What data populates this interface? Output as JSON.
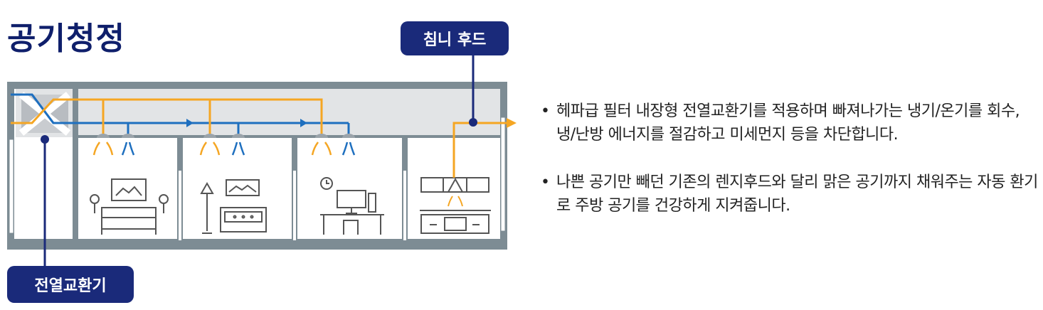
{
  "title": "공기청정",
  "labels": {
    "chimney_hood": "침니 후드",
    "erv": "전열교환기"
  },
  "bullets": [
    "헤파급 필터 내장형 전열교환기를 적용하며 빠져나가는 냉기/온기를 회수, 냉/난방 에너지를 절감하고 미세먼지 등을 차단합니다.",
    "나쁜 공기만 빼던 기존의 렌지후드와 달리 맑은 공기까지 채워주는 자동 환기로 주방 공기를 건강하게 지켜줍니다."
  ],
  "colors": {
    "navy": "#1a2a7a",
    "supply_air": "#f5a623",
    "exhaust_air": "#1e6fbf",
    "wall": "#7d8c94",
    "ceiling": "#e2e4e6"
  }
}
